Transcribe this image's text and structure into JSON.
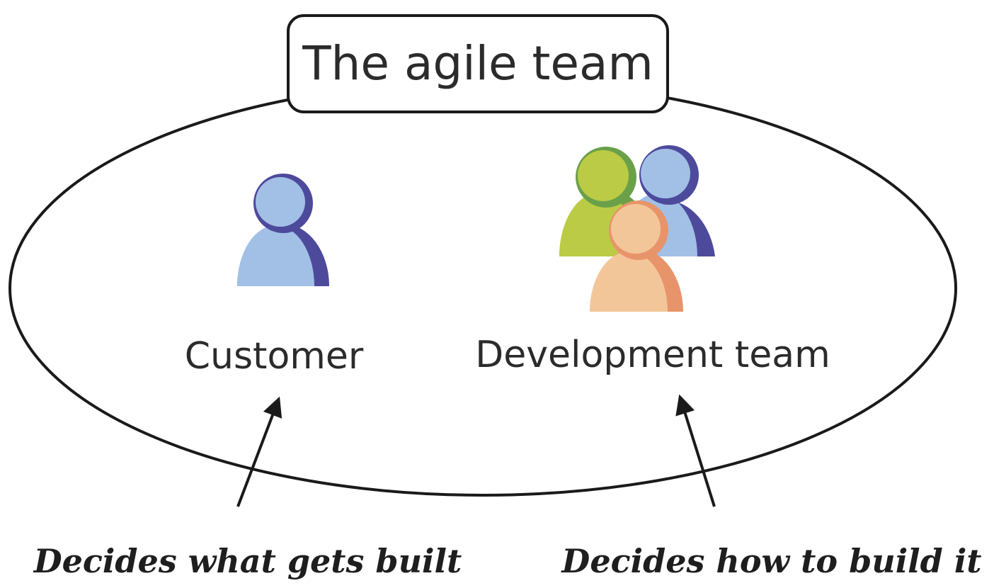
{
  "title": "The agile team",
  "roles": [
    {
      "label": "Customer",
      "annotation": "Decides what gets built"
    },
    {
      "label": "Development team",
      "annotation": "Decides how to build it"
    }
  ],
  "colors": {
    "outline": "#1a1a1a",
    "blue_light": "#a2c0e6",
    "blue_dark": "#4d4a9c",
    "green_light": "#bccb45",
    "green_dark": "#6aa04a",
    "orange_light": "#f3c69a",
    "orange_dark": "#e8946a"
  }
}
